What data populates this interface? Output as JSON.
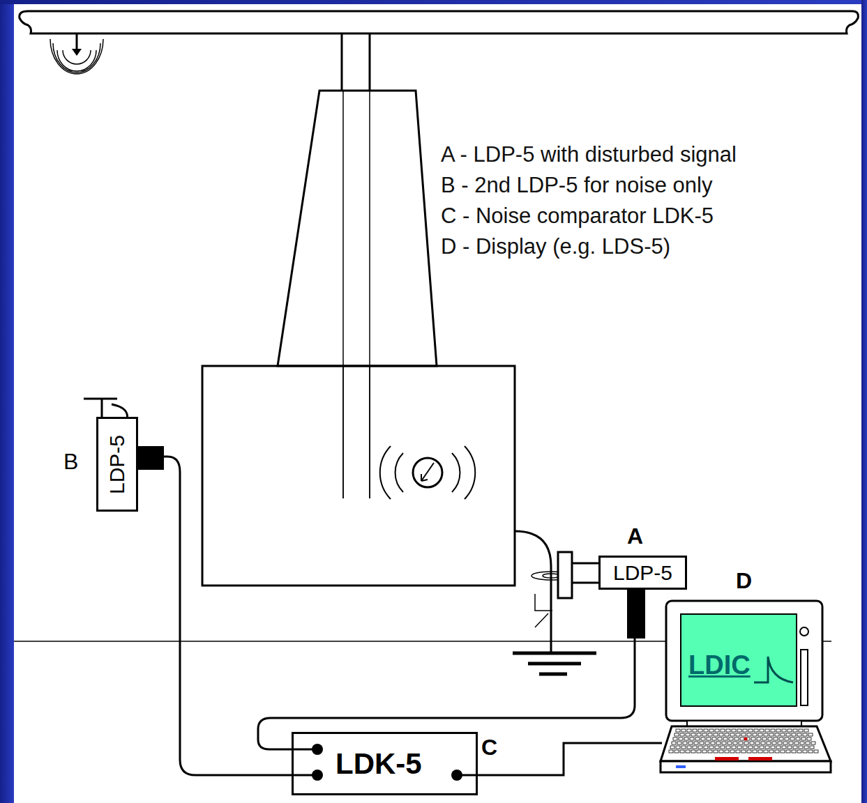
{
  "diagram": {
    "nodes": [
      {
        "text": [
          "B",
          "LDP-5"
        ]
      },
      {
        "text": [
          "A",
          "LDP-5"
        ]
      },
      {
        "text": [
          "D"
        ]
      },
      {
        "text": [
          "LDIC"
        ],
        "in": 2
      },
      {
        "text": [
          "LDK-5",
          "C"
        ]
      }
    ],
    "edges": [
      {
        "from": 0,
        "to": 4,
        "arrow": "none"
      },
      {
        "from": 1,
        "to": 4,
        "arrow": "none"
      },
      {
        "from": 4,
        "to": 2,
        "arrow": "none"
      }
    ],
    "labels": [
      "A - LDP-5 with disturbed signal",
      "B - 2nd LDP-5 for noise only",
      "C - Noise comparator LDK-5",
      "D - Display (e.g. LDS-5)"
    ]
  }
}
